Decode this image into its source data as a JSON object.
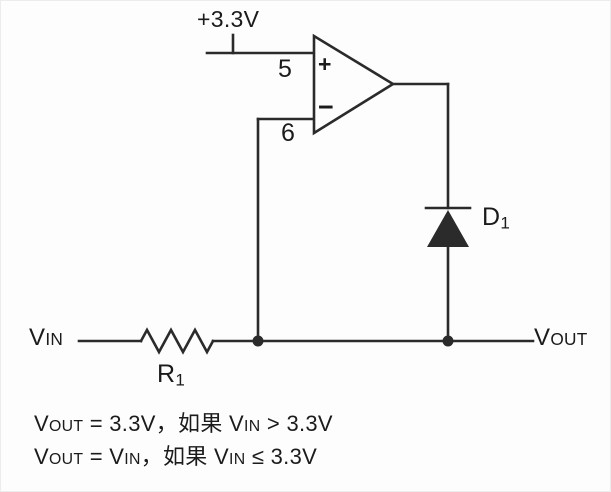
{
  "diagram": {
    "supply_label": "+3.3V",
    "opamp": {
      "pin_plus_number": "5",
      "plus_sign": "+",
      "pin_minus_number": "6",
      "minus_sign": "−"
    },
    "diode_label": [
      {
        "t": "D"
      },
      {
        "t": "1",
        "sub": true
      }
    ],
    "resistor_label": [
      {
        "t": "R"
      },
      {
        "t": "1",
        "sub": true
      }
    ],
    "vin_label": [
      {
        "t": "V"
      },
      {
        "t": "IN",
        "small": true
      }
    ],
    "vout_label": [
      {
        "t": "V"
      },
      {
        "t": "OUT",
        "small": true
      }
    ],
    "formulas": [
      [
        {
          "t": "V"
        },
        {
          "t": "OUT",
          "small": true
        },
        {
          "t": " = 3.3V，如果 "
        },
        {
          "t": "V"
        },
        {
          "t": "IN",
          "small": true
        },
        {
          "t": " > 3.3V"
        }
      ],
      [
        {
          "t": "V"
        },
        {
          "t": "OUT",
          "small": true
        },
        {
          "t": " = "
        },
        {
          "t": "V"
        },
        {
          "t": "IN",
          "small": true
        },
        {
          "t": "，如果 "
        },
        {
          "t": "V"
        },
        {
          "t": "IN",
          "small": true
        },
        {
          "t": " ≤ 3.3V"
        }
      ]
    ],
    "colors": {
      "wire": "#2b2b2b",
      "text": "#1b1b1b",
      "background": "#fdfdfd"
    }
  }
}
